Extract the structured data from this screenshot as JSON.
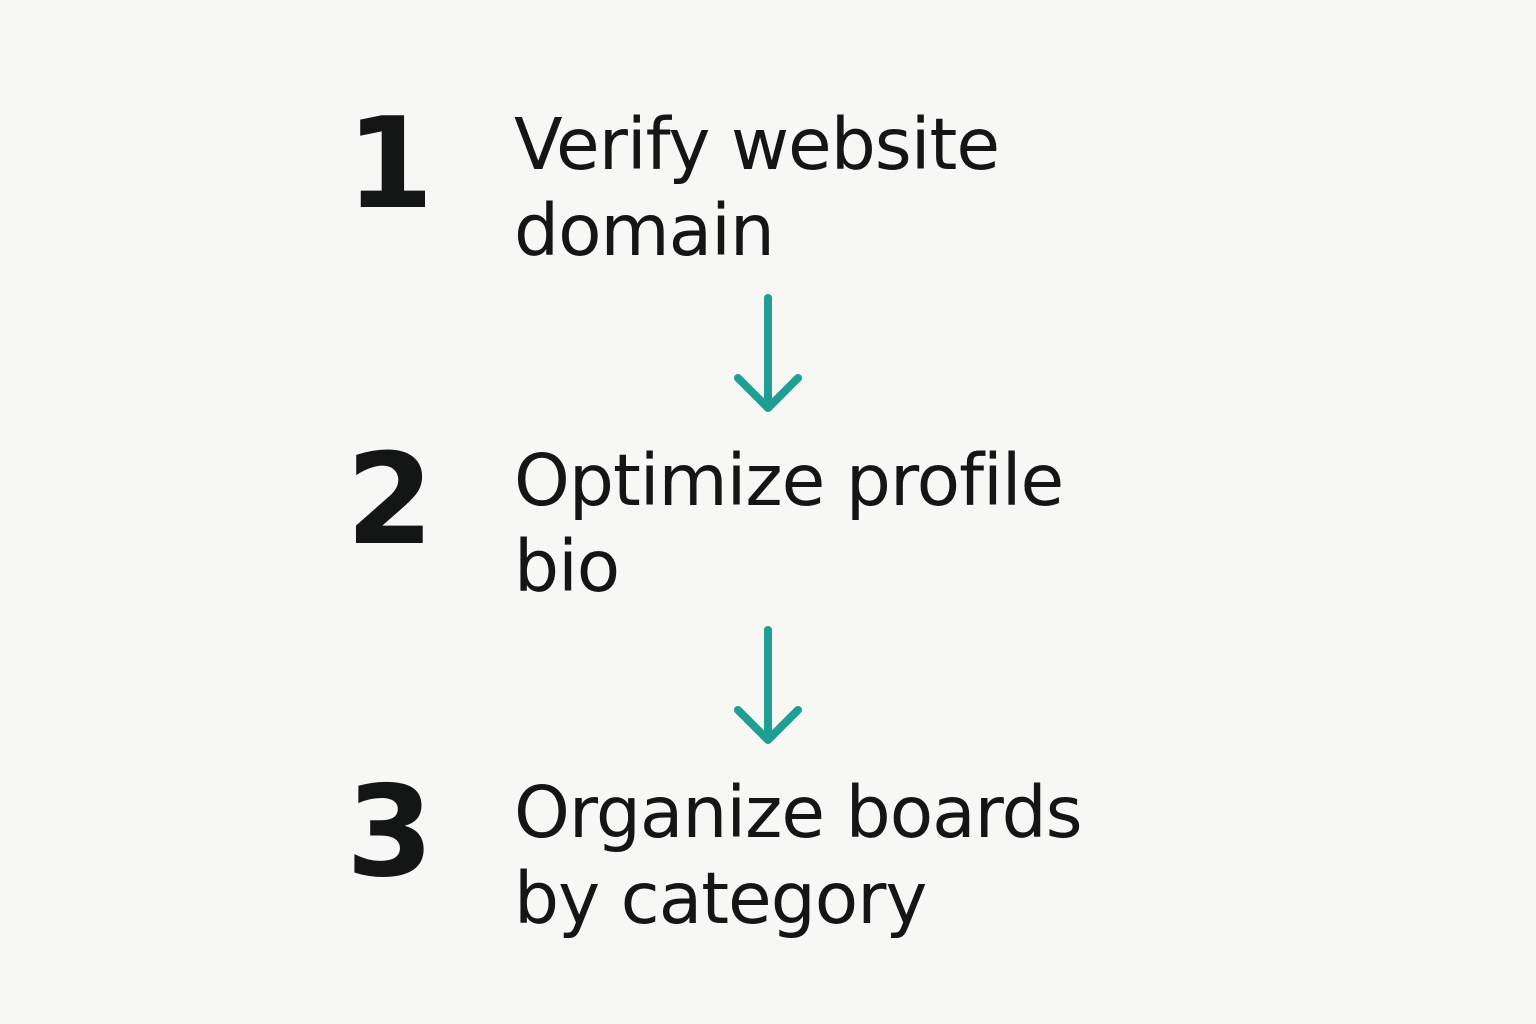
{
  "colors": {
    "background": "#f7f7f6",
    "text": "#141615",
    "arrow": "#1f9f93"
  },
  "steps": [
    {
      "number": "1",
      "label_line1": "Verify website",
      "label_line2": "domain"
    },
    {
      "number": "2",
      "label_line1": "Optimize profile",
      "label_line2": "bio"
    },
    {
      "number": "3",
      "label_line1": "Organize boards",
      "label_line2": "by category"
    }
  ],
  "connectors": [
    {
      "icon": "down-arrow-icon",
      "from": "1",
      "to": "2"
    },
    {
      "icon": "down-arrow-icon",
      "from": "2",
      "to": "3"
    }
  ]
}
